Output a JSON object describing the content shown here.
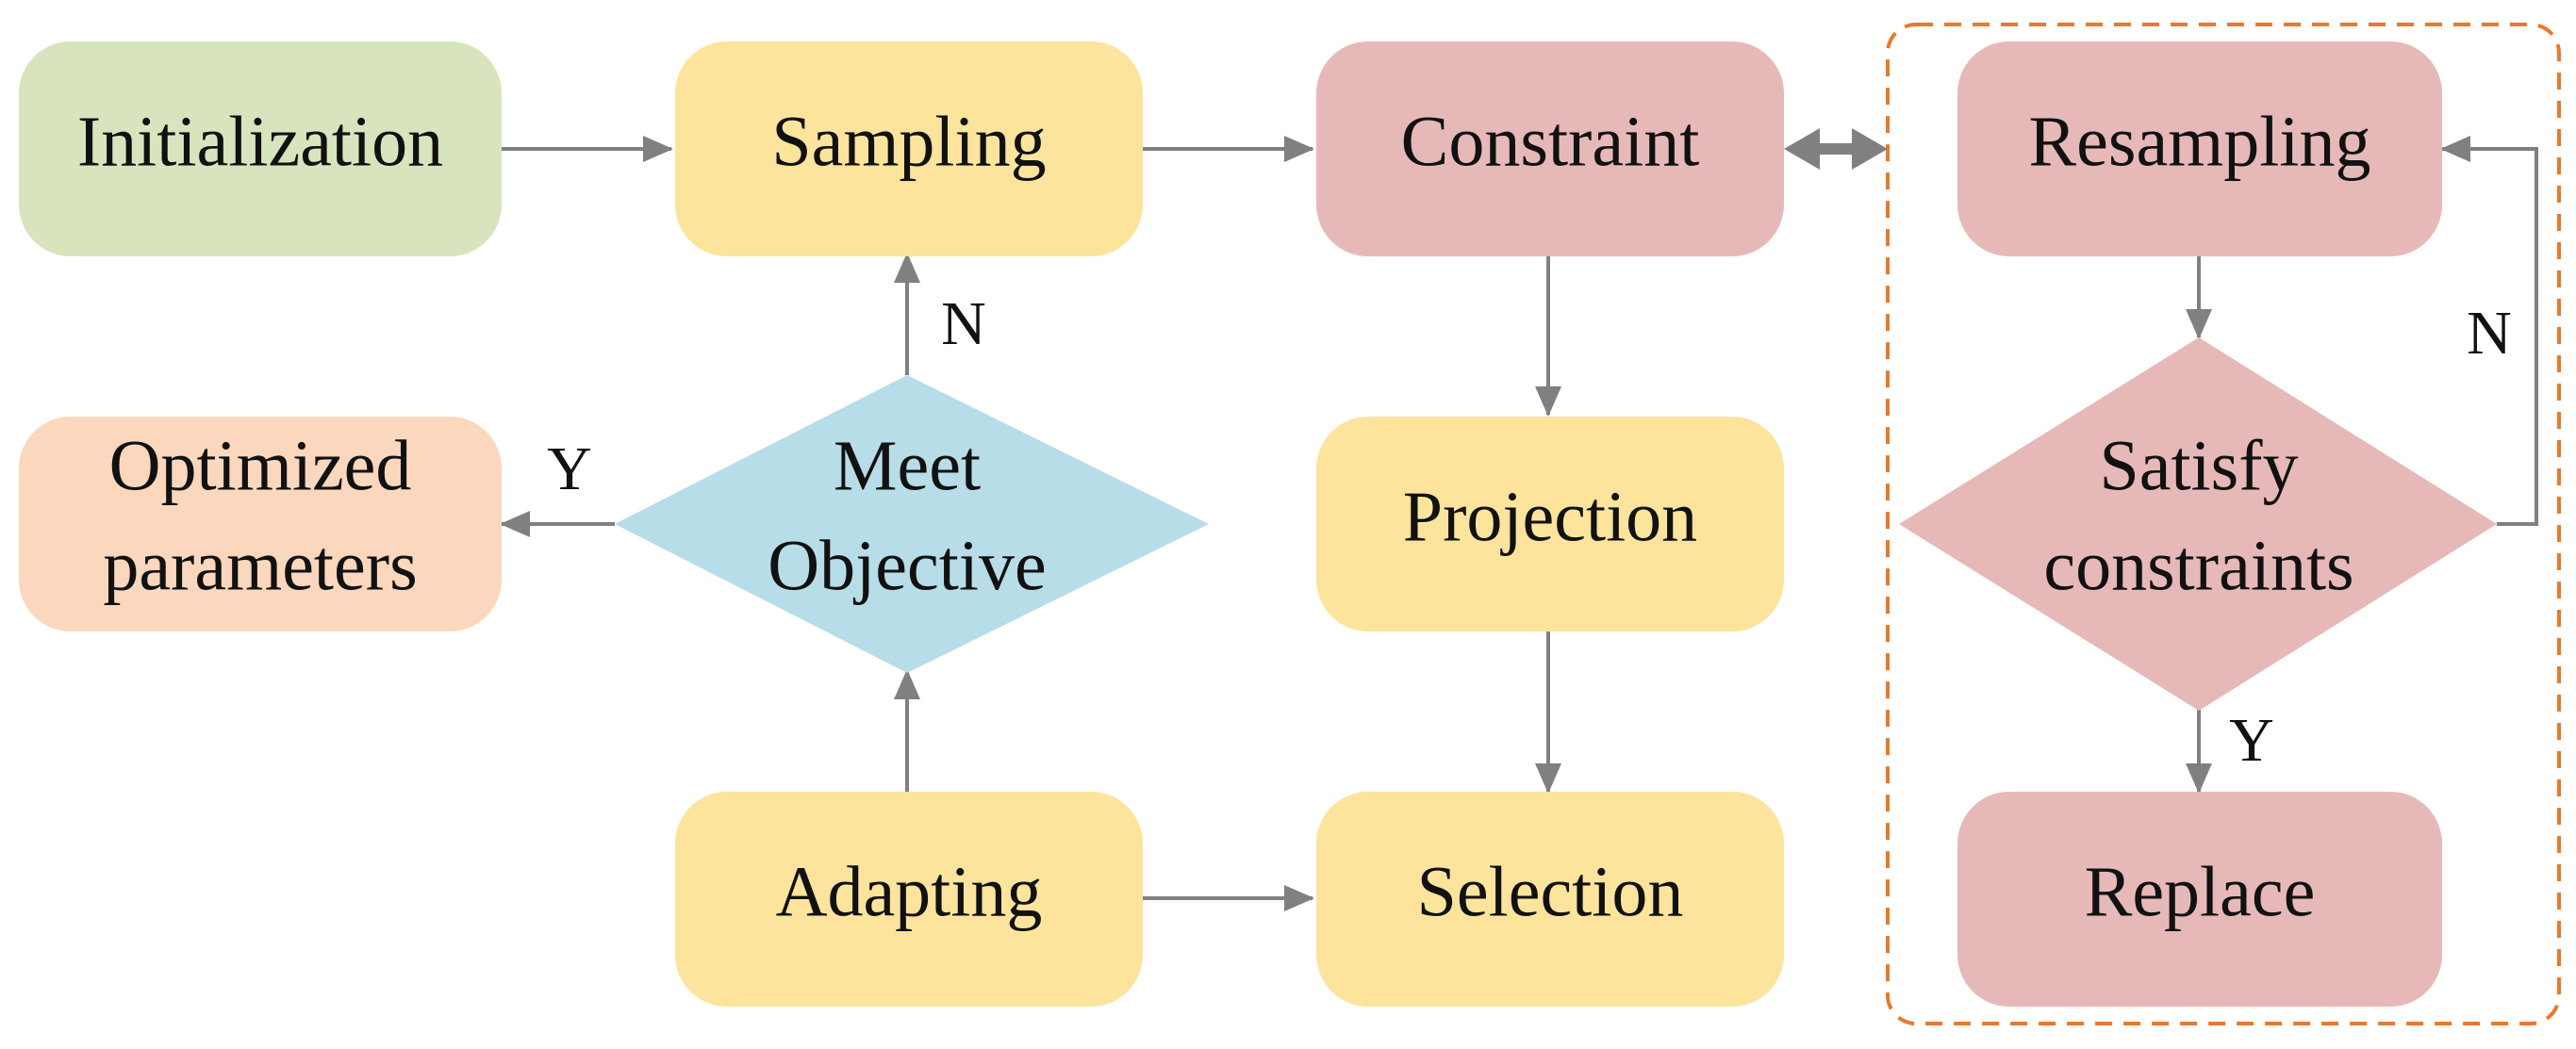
{
  "colors": {
    "green": "#d7e4bd",
    "yellow": "#fde49c",
    "pink": "#e6b9b8",
    "peach": "#fad7bd",
    "blue": "#b7dde8",
    "arrow": "#808080",
    "dashed_border": "#e8792c"
  },
  "nodes": {
    "initialization": "Initialization",
    "sampling": "Sampling",
    "constraint": "Constraint",
    "resampling": "Resampling",
    "optimized_line1": "Optimized",
    "optimized_line2": "parameters",
    "meet_line1": "Meet",
    "meet_line2": "Objective",
    "projection": "Projection",
    "satisfy_line1": "Satisfy",
    "satisfy_line2": "constraints",
    "adapting": "Adapting",
    "selection": "Selection",
    "replace": "Replace"
  },
  "branch_labels": {
    "meet_no": "N",
    "meet_yes": "Y",
    "satisfy_no": "N",
    "satisfy_yes": "Y"
  }
}
